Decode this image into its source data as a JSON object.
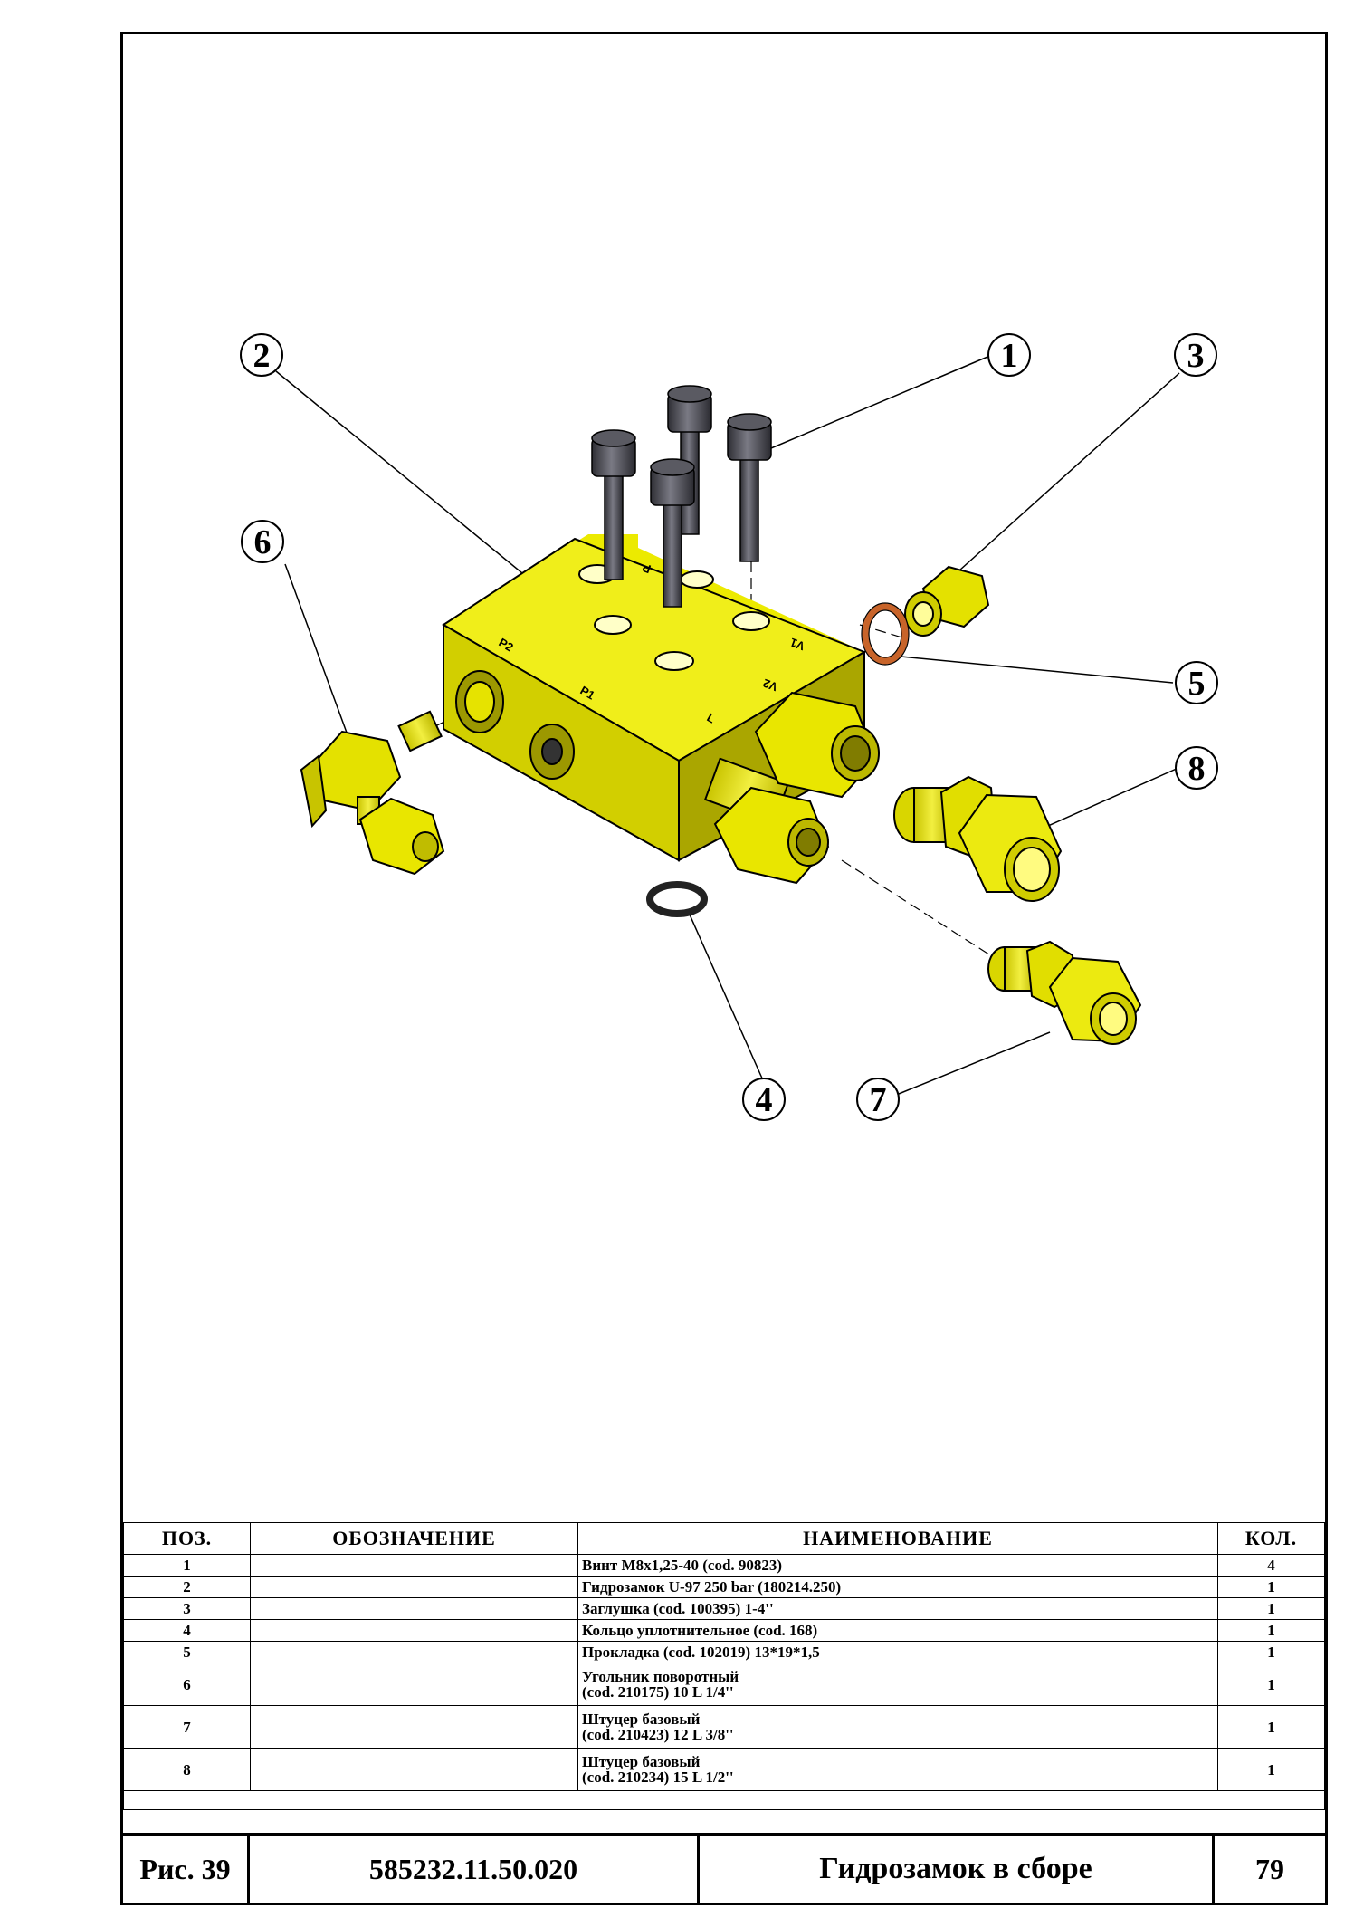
{
  "callouts": [
    "1",
    "2",
    "3",
    "4",
    "5",
    "6",
    "7",
    "8"
  ],
  "block_markings": [
    "P2",
    "P1",
    "L",
    "V1",
    "V2",
    "P"
  ],
  "spec_table": {
    "headers": {
      "pos": "ПОЗ.",
      "designation": "ОБОЗНАЧЕНИЕ",
      "name": "НАИМЕНОВАНИЕ",
      "qty": "КОЛ."
    },
    "rows": [
      {
        "pos": "1",
        "designation": "",
        "name": "Винт M8x1,25-40 (cod. 90823)",
        "name2": "",
        "qty": "4"
      },
      {
        "pos": "2",
        "designation": "",
        "name": "Гидрозамок U-97 250 bar (180214.250)",
        "name2": "",
        "qty": "1"
      },
      {
        "pos": "3",
        "designation": "",
        "name": "Заглушка (cod. 100395) 1-4''",
        "name2": "",
        "qty": "1"
      },
      {
        "pos": "4",
        "designation": "",
        "name": "Кольцо уплотнительное (cod. 168)",
        "name2": "",
        "qty": "1"
      },
      {
        "pos": "5",
        "designation": "",
        "name": "Прокладка (cod. 102019) 13*19*1,5",
        "name2": "",
        "qty": "1"
      },
      {
        "pos": "6",
        "designation": "",
        "name": "Угольник поворотный",
        "name2": "(cod. 210175) 10 L 1/4''",
        "qty": "1"
      },
      {
        "pos": "7",
        "designation": "",
        "name": "Штуцер базовый",
        "name2": "(cod. 210423) 12 L 3/8''",
        "qty": "1"
      },
      {
        "pos": "8",
        "designation": "",
        "name": "Штуцер базовый",
        "name2": "(cod. 210234) 15 L 1/2''",
        "qty": "1"
      }
    ]
  },
  "title_block": {
    "figure": "Рис. 39",
    "code": "585232.11.50.020",
    "title": "Гидрозамок в сборе",
    "page": "79"
  },
  "colors": {
    "part_yellow": "#e8e600",
    "part_yellow_dark": "#b8b400",
    "bolt": "#4a4a52",
    "gasket": "#c8642a"
  }
}
